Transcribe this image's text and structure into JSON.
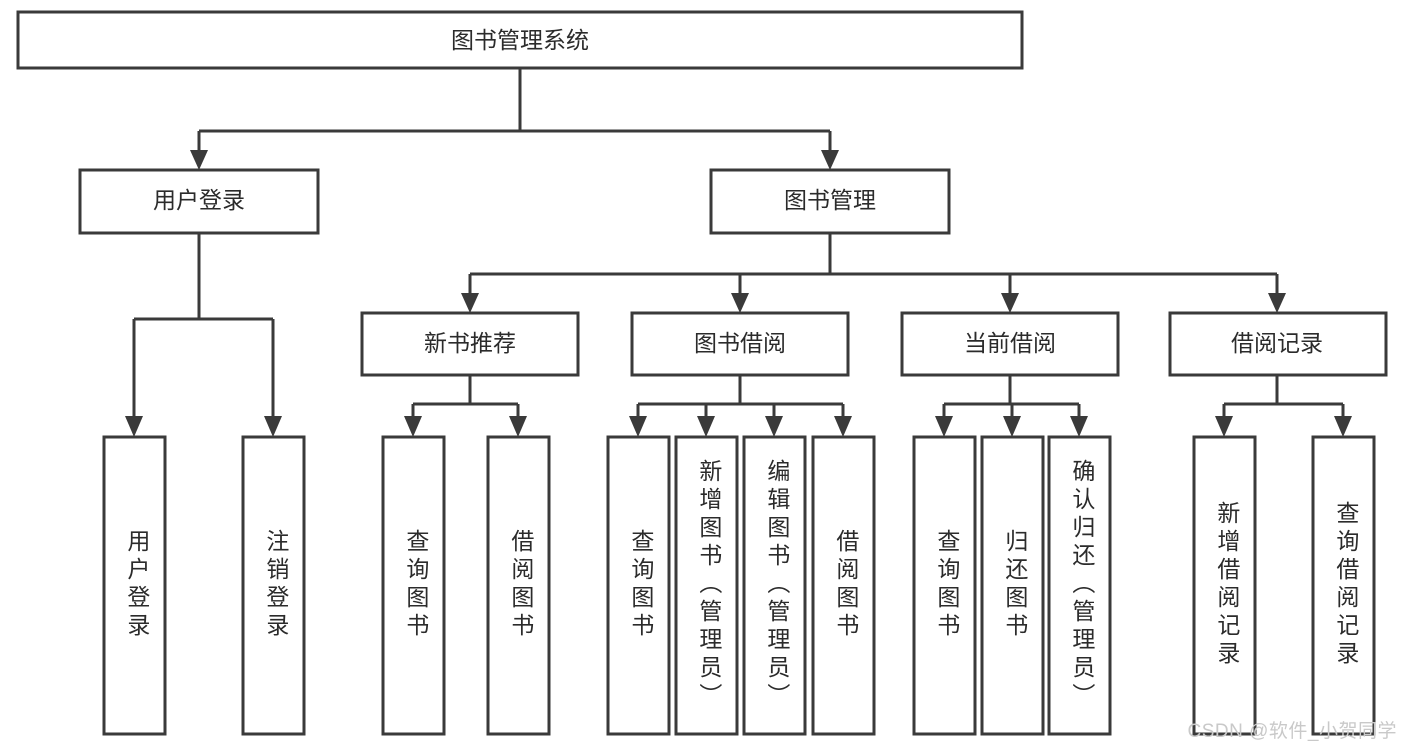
{
  "diagram": {
    "title": "图书管理系统",
    "type": "tree-hierarchy-diagram",
    "colors": {
      "stroke": "#3a3a3a",
      "fill": "#ffffff",
      "text": "#2b2b2b",
      "watermark": "#c9c9c9",
      "background": "#ffffff"
    },
    "root": {
      "label": "图书管理系统"
    },
    "level2": [
      {
        "label": "用户登录"
      },
      {
        "label": "图书管理"
      }
    ],
    "level3": [
      {
        "label": "新书推荐"
      },
      {
        "label": "图书借阅"
      },
      {
        "label": "当前借阅"
      },
      {
        "label": "借阅记录"
      }
    ],
    "leaves": {
      "user_login": [
        {
          "label": "用户登录"
        },
        {
          "label": "注销登录"
        }
      ],
      "new_book_recommend": [
        {
          "label": "查询图书"
        },
        {
          "label": "借阅图书"
        }
      ],
      "book_borrow": [
        {
          "label": "查询图书"
        },
        {
          "label": "新增图书（管理员）"
        },
        {
          "label": "编辑图书（管理员）"
        },
        {
          "label": "借阅图书"
        }
      ],
      "current_borrow": [
        {
          "label": "查询图书"
        },
        {
          "label": "归还图书"
        },
        {
          "label": "确认归还（管理员）"
        }
      ],
      "borrow_record": [
        {
          "label": "新增借阅记录"
        },
        {
          "label": "查询借阅记录"
        }
      ]
    },
    "watermark": "CSDN @软件_小贺同学"
  }
}
